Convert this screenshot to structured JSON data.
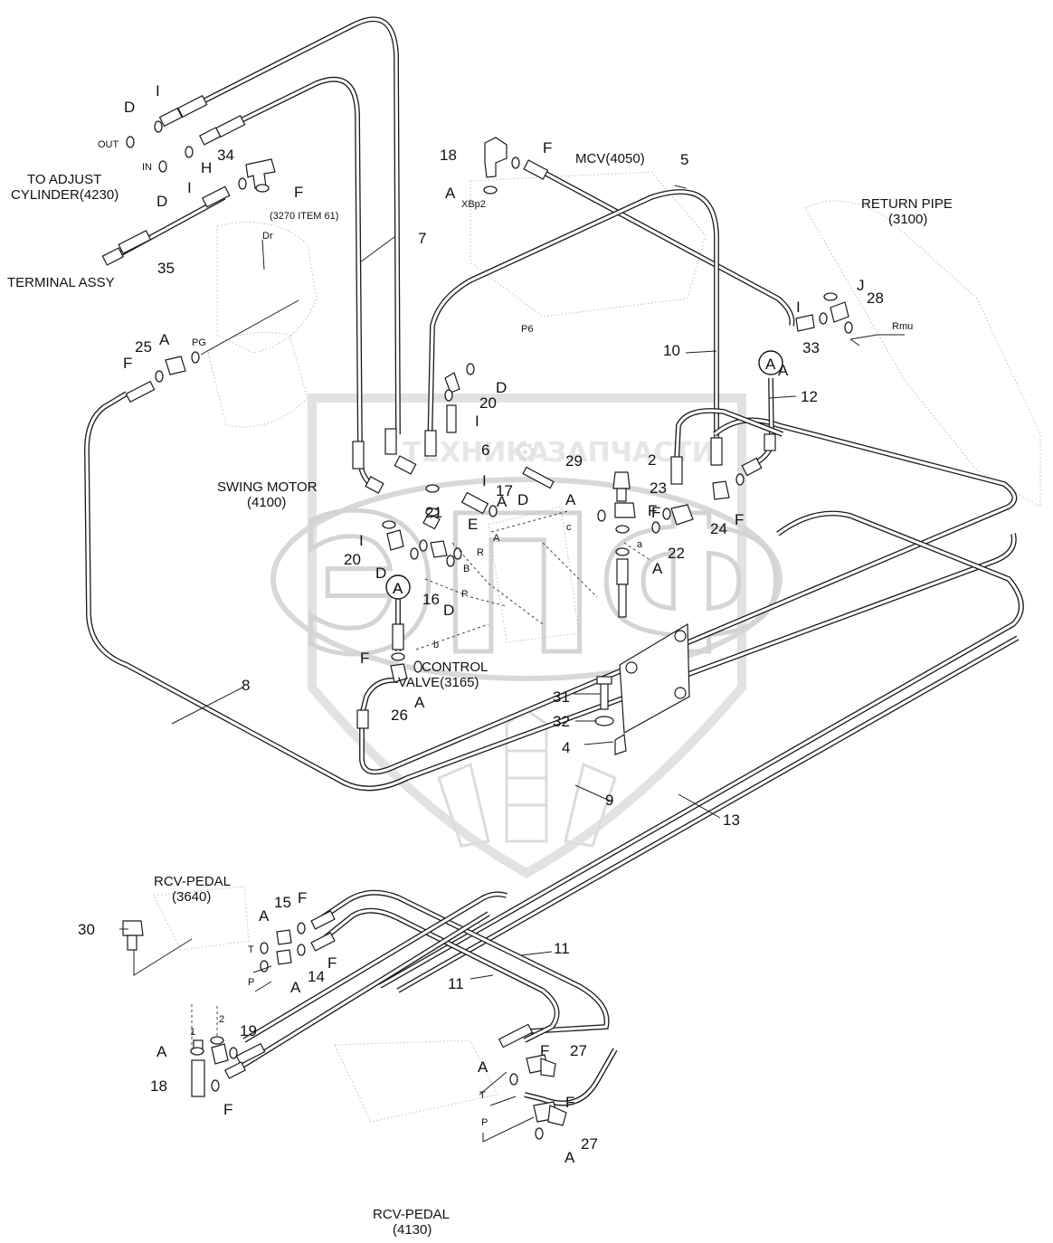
{
  "watermark": {
    "brand_top": "ТЕХНИКА",
    "brand_right": "ЗАПЧАСТИ",
    "logo_letters": "ЭПФ"
  },
  "labels": {
    "item_numbers": [
      "2",
      "4",
      "5",
      "6",
      "7",
      "8",
      "9",
      "10",
      "11",
      "11",
      "12",
      "13",
      "14",
      "15",
      "16",
      "17",
      "18",
      "18",
      "19",
      "20",
      "20",
      "21",
      "22",
      "23",
      "24",
      "25",
      "26",
      "27",
      "27",
      "28",
      "29",
      "30",
      "31",
      "32",
      "33",
      "34",
      "35"
    ],
    "port_letters": [
      "A",
      "A",
      "A",
      "A",
      "A",
      "A",
      "A",
      "A",
      "A",
      "A",
      "A",
      "A",
      "A",
      "D",
      "D",
      "D",
      "D",
      "D",
      "D",
      "E",
      "F",
      "F",
      "F",
      "F",
      "F",
      "F",
      "F",
      "F",
      "F",
      "F",
      "F",
      "F",
      "H",
      "I",
      "I",
      "I",
      "I",
      "I",
      "I",
      "J"
    ],
    "callouts": {
      "to_adjust_1": "TO ADJUST",
      "to_adjust_2": "CYLINDER(4230)",
      "terminal_assy": "TERMINAL ASSY",
      "mcv": "MCV(4050)",
      "return_pipe_1": "RETURN PIPE",
      "return_pipe_2": "(3100)",
      "item61": "(3270 ITEM 61)",
      "swing_motor_1": "SWING MOTOR",
      "swing_motor_2": "(4100)",
      "control_valve_1": "CONTROL",
      "control_valve_2": "VALVE(3165)",
      "rcv_pedal_top_1": "RCV-PEDAL",
      "rcv_pedal_top_2": "(3640)",
      "rcv_pedal_bottom_1": "RCV-PEDAL",
      "rcv_pedal_bottom_2": "(4130)"
    },
    "port_names": {
      "out": "OUT",
      "in": "IN",
      "dr": "Dr",
      "xbp2": "XBp2",
      "p6": "P6",
      "pg": "PG",
      "rmu": "Rmu",
      "a_small": "A",
      "r_small": "R",
      "b_small": "B",
      "p_small": "P",
      "c_small": "c",
      "a_lower": "a",
      "b_lower": "b",
      "t1": "T",
      "p1": "P",
      "t2": "T",
      "p2": "P",
      "one": "1",
      "two": "2"
    },
    "circle_refs": [
      "A",
      "A"
    ]
  }
}
